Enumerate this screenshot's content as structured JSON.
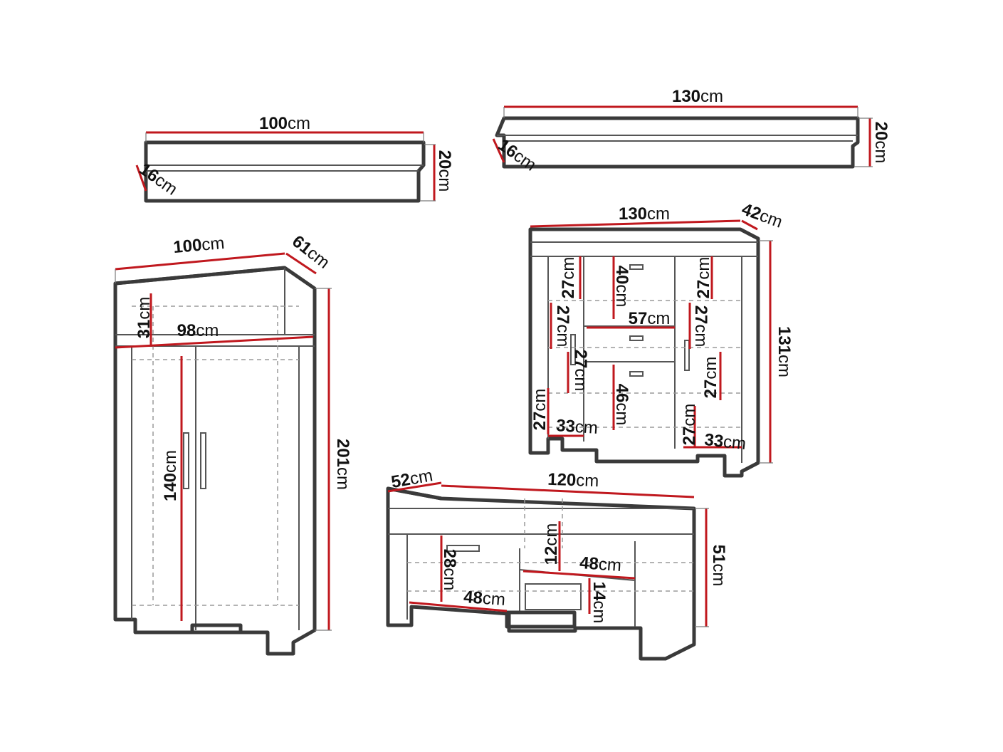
{
  "colors": {
    "dimension_line": "#c0181e",
    "outline": "#3a3a3a",
    "hidden_edges": "#9a9a9a"
  },
  "shelf_small": {
    "width": "100",
    "height": "20",
    "depth": "16",
    "unit": "cm"
  },
  "shelf_large": {
    "width": "130",
    "height": "20",
    "depth": "16",
    "unit": "cm"
  },
  "wardrobe": {
    "width": "100",
    "depth": "61",
    "height": "201",
    "top_compartment": "31",
    "inner_width": "98",
    "door_height": "140",
    "unit": "cm"
  },
  "display_cabinet": {
    "width": "130",
    "depth": "42",
    "height": "131",
    "unit": "cm",
    "left_shelves": [
      "27",
      "27",
      "27",
      "27"
    ],
    "right_shelves": [
      "27",
      "27",
      "27",
      "27"
    ],
    "left_depth": "33",
    "right_depth": "33",
    "center_top": "40",
    "center_width": "57",
    "center_bottom": "46"
  },
  "tv_stand": {
    "width": "120",
    "depth": "52",
    "height": "51",
    "drawer_height": "28",
    "left_width": "48",
    "shelf_height": "12",
    "shelf_width": "48",
    "bottom_height": "14",
    "unit": "cm"
  }
}
